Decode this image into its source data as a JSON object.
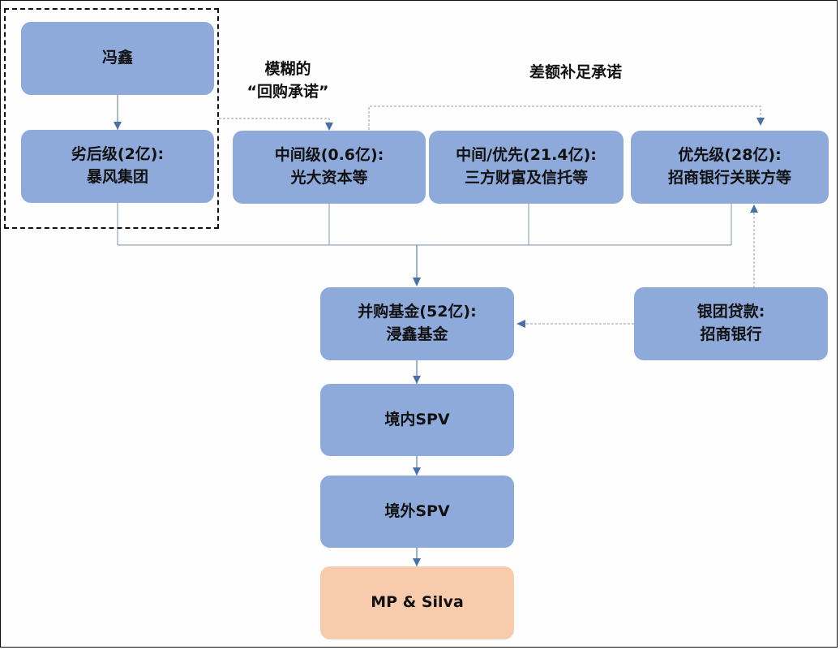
{
  "colors": {
    "node_fill": "#8eaadb",
    "target_fill": "#f8cbad",
    "line": "#7f8ea8",
    "arrow": "#4a70a8",
    "dashed_group": "#111111"
  },
  "nodes": {
    "fengxin": {
      "lines": [
        "冯鑫"
      ]
    },
    "junior": {
      "lines": [
        "劣后级(2亿):",
        "暴风集团"
      ]
    },
    "mezzanine": {
      "lines": [
        "中间级(0.6亿):",
        "光大资本等"
      ]
    },
    "mid_senior": {
      "lines": [
        "中间/优先(21.4亿):",
        "三方财富及信托等"
      ]
    },
    "senior": {
      "lines": [
        "优先级(28亿):",
        "招商银行关联方等"
      ]
    },
    "fund": {
      "lines": [
        "并购基金(52亿):",
        "浸鑫基金"
      ]
    },
    "loan": {
      "lines": [
        "银团贷款:",
        "招商银行"
      ]
    },
    "onshore_spv": {
      "lines": [
        "境内SPV"
      ]
    },
    "offshore_spv": {
      "lines": [
        "境外SPV"
      ]
    },
    "target": {
      "lines": [
        "MP & Silva"
      ]
    }
  },
  "annotations": {
    "buyback": [
      "模糊的",
      "“回购承诺”"
    ],
    "shortfall": [
      "差额补足承诺"
    ]
  }
}
